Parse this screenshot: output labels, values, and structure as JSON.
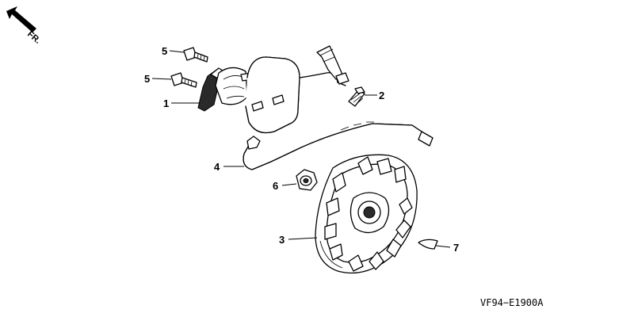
{
  "orientation": {
    "label": "FR.",
    "icon": "front-direction-arrow-icon"
  },
  "callouts": [
    {
      "id": "5a",
      "number": "5"
    },
    {
      "id": "5b",
      "number": "5"
    },
    {
      "id": "1",
      "number": "1"
    },
    {
      "id": "2",
      "number": "2"
    },
    {
      "id": "4",
      "number": "4"
    },
    {
      "id": "6",
      "number": "6"
    },
    {
      "id": "3",
      "number": "3"
    },
    {
      "id": "7",
      "number": "7"
    }
  ],
  "diagram_code": "VF94−E1900A"
}
